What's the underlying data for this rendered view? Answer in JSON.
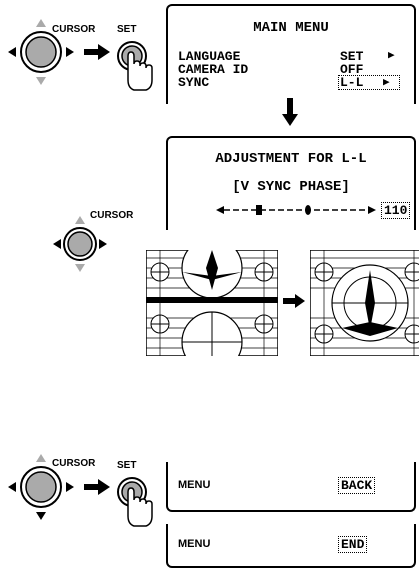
{
  "step1": {
    "cursor_label": "CURSOR",
    "set_label": "SET",
    "menu_title": "MAIN MENU",
    "items": [
      {
        "label": "LANGUAGE",
        "value": "SET",
        "arrow": "▶"
      },
      {
        "label": "CAMERA ID",
        "value": "OFF",
        "arrow": ""
      },
      {
        "label": "SYNC",
        "value": "L-L",
        "arrow": "▶"
      }
    ]
  },
  "step2": {
    "cursor_label": "CURSOR",
    "title": "ADJUSTMENT FOR L-L",
    "subtitle": "[V SYNC PHASE]",
    "value": "110"
  },
  "step3": {
    "cursor_label": "CURSOR",
    "set_label": "SET",
    "screens": [
      {
        "menu": "MENU",
        "option": "BACK"
      },
      {
        "menu": "MENU",
        "option": "END"
      }
    ]
  }
}
